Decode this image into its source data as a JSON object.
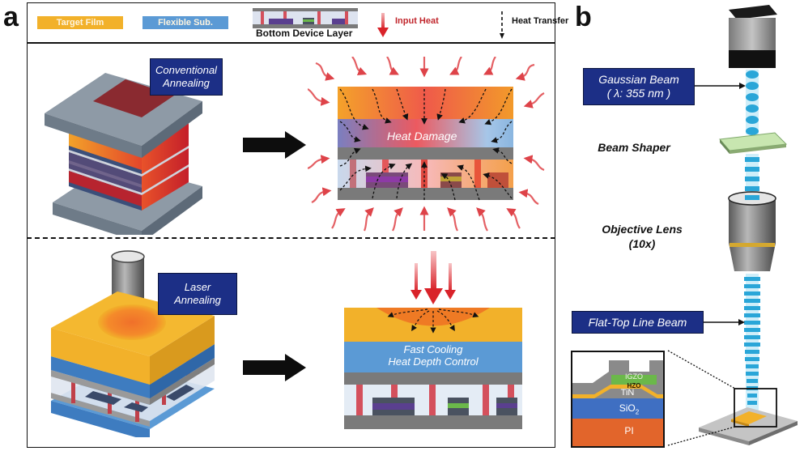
{
  "panels": {
    "a": {
      "letter": "a"
    },
    "b": {
      "letter": "b"
    }
  },
  "legend": {
    "target_film": {
      "label": "Target Film",
      "color": "#f2b12a"
    },
    "flexible_sub": {
      "label": "Flexible Sub.",
      "color": "#5b9ad5"
    },
    "bottom_device_layer": {
      "label": "Bottom Device Layer"
    },
    "input_heat": {
      "label": "Input Heat",
      "color": "#d9232a"
    },
    "heat_transfer": {
      "label": "Heat Transfer"
    }
  },
  "conventional": {
    "label_line1": "Conventional",
    "label_line2": "Annealing",
    "cross_section_label": "Heat Damage"
  },
  "laser": {
    "label_line1": "Laser",
    "label_line2": "Annealing",
    "cross_section_line1": "Fast Cooling",
    "cross_section_line2": "Heat Depth Control"
  },
  "setup": {
    "gaussian_beam_line1": "Gaussian Beam",
    "gaussian_beam_line2": "( λ: 355 nm )",
    "beam_shaper": "Beam Shaper",
    "objective_lens_line1": "Objective Lens",
    "objective_lens_line2": "(10x)",
    "flat_top_beam": "Flat-Top Line Beam",
    "stack_layers": {
      "igzo": "IGZO",
      "hzo": "HZO",
      "tin": "TiN",
      "sio2": "SiO",
      "sio2_sub": "2",
      "pi": "PI"
    }
  },
  "colors": {
    "navy": "#1c2f86",
    "target_film": "#f2b12a",
    "flexible_sub": "#5b9ad5",
    "heat_red": "#d9232a",
    "gray_layer": "#7a7a7a",
    "pillar": "#d4505c",
    "device_purple": "#5a3f8f",
    "igzo_green": "#6bb84a",
    "pi_orange": "#e2652b",
    "sio2_blue": "#3f6fc2"
  }
}
